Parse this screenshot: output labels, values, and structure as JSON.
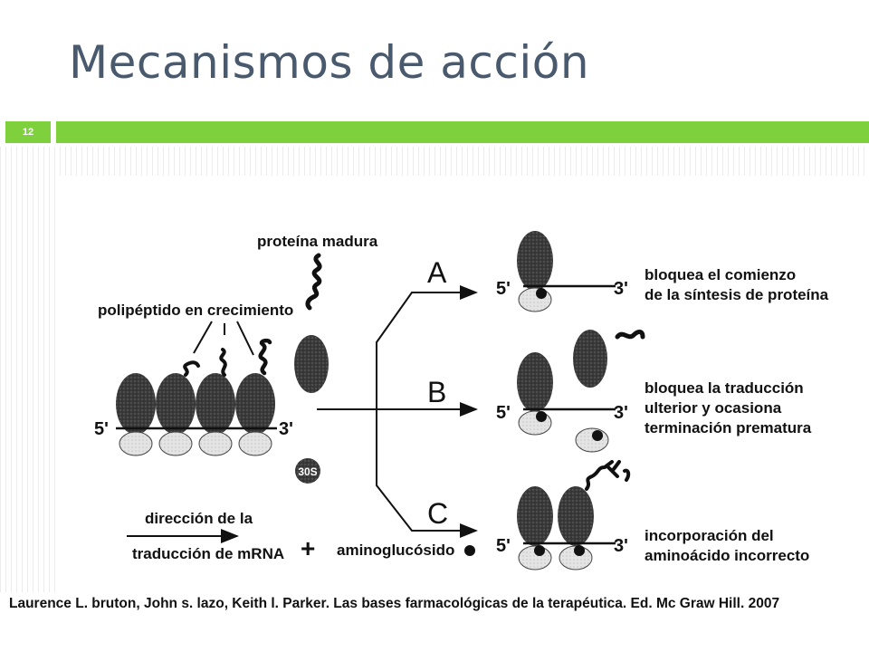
{
  "slide": {
    "title": "Mecanismos de acción",
    "number": "12",
    "accent_color": "#7ed13d",
    "title_color": "#4a5a6e"
  },
  "diagram": {
    "label_mature_protein": "proteína madura",
    "label_growing_polypeptide": "polipéptido en crecimiento",
    "label_5prime": "5'",
    "label_3prime": "3'",
    "label_30s": "30S",
    "label_direction_line1": "dirección de la",
    "label_direction_line2": "traducción de mRNA",
    "plus": "+",
    "label_aminoglycoside": "aminoglucósido",
    "branch_A": "A",
    "branch_B": "B",
    "branch_C": "C",
    "result_A_line1": "bloquea el comienzo",
    "result_A_line2": "de la síntesis de proteína",
    "result_B_line1": "bloquea la traducción",
    "result_B_line2": "ulterior y ocasiona",
    "result_B_line3": "terminación prematura",
    "result_C_line1": "incorporación del",
    "result_C_line2": "aminoácido incorrecto"
  },
  "caption": "Laurence L. bruton, John s. lazo, Keith l. Parker. Las bases farmacológicas de la terapéutica. Ed. Mc Graw Hill. 2007"
}
